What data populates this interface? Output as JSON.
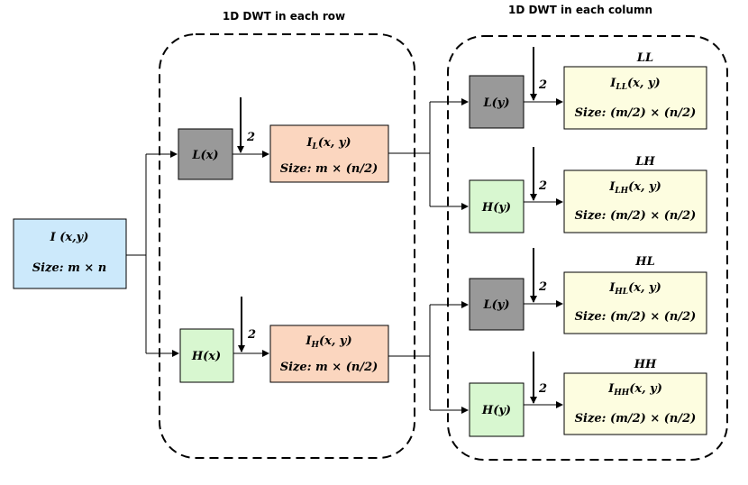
{
  "titles": {
    "row": "1D DWT in each row",
    "column": "1D DWT in each column"
  },
  "input": {
    "label": "I (x,y)",
    "size": "Size: m × n"
  },
  "row_stage": {
    "low_filter": "L(x)",
    "high_filter": "H(x)",
    "downsample": "2",
    "low_output": {
      "symbol": "I",
      "subscript": "L",
      "args": "(x, y)",
      "size": "Size: m × (n/2)"
    },
    "high_output": {
      "symbol": "I",
      "subscript": "H",
      "args": "(x, y)",
      "size": "Size: m × (n/2)"
    }
  },
  "column_stage": {
    "downsample": "2",
    "branches": [
      {
        "filter": "L(y)",
        "band": "LL",
        "symbol": "I",
        "subscript": "LL",
        "args": "(x, y)",
        "size": "Size: (m/2) × (n/2)"
      },
      {
        "filter": "H(y)",
        "band": "LH",
        "symbol": "I",
        "subscript": "LH",
        "args": "(x, y)",
        "size": "Size: (m/2) × (n/2)"
      },
      {
        "filter": "L(y)",
        "band": "HL",
        "symbol": "I",
        "subscript": "HL",
        "args": "(x, y)",
        "size": "Size: (m/2) × (n/2)"
      },
      {
        "filter": "H(y)",
        "band": "HH",
        "symbol": "I",
        "subscript": "HH",
        "args": "(x, y)",
        "size": "Size: (m/2) × (n/2)"
      }
    ]
  },
  "colors": {
    "input_fill": "#cce9fb",
    "low_filter_fill": "#999999",
    "high_filter_fill": "#d8f7d0",
    "row_output_fill": "#fbd6bf",
    "band_fill": "#fdfde0",
    "stroke": "#000000"
  }
}
